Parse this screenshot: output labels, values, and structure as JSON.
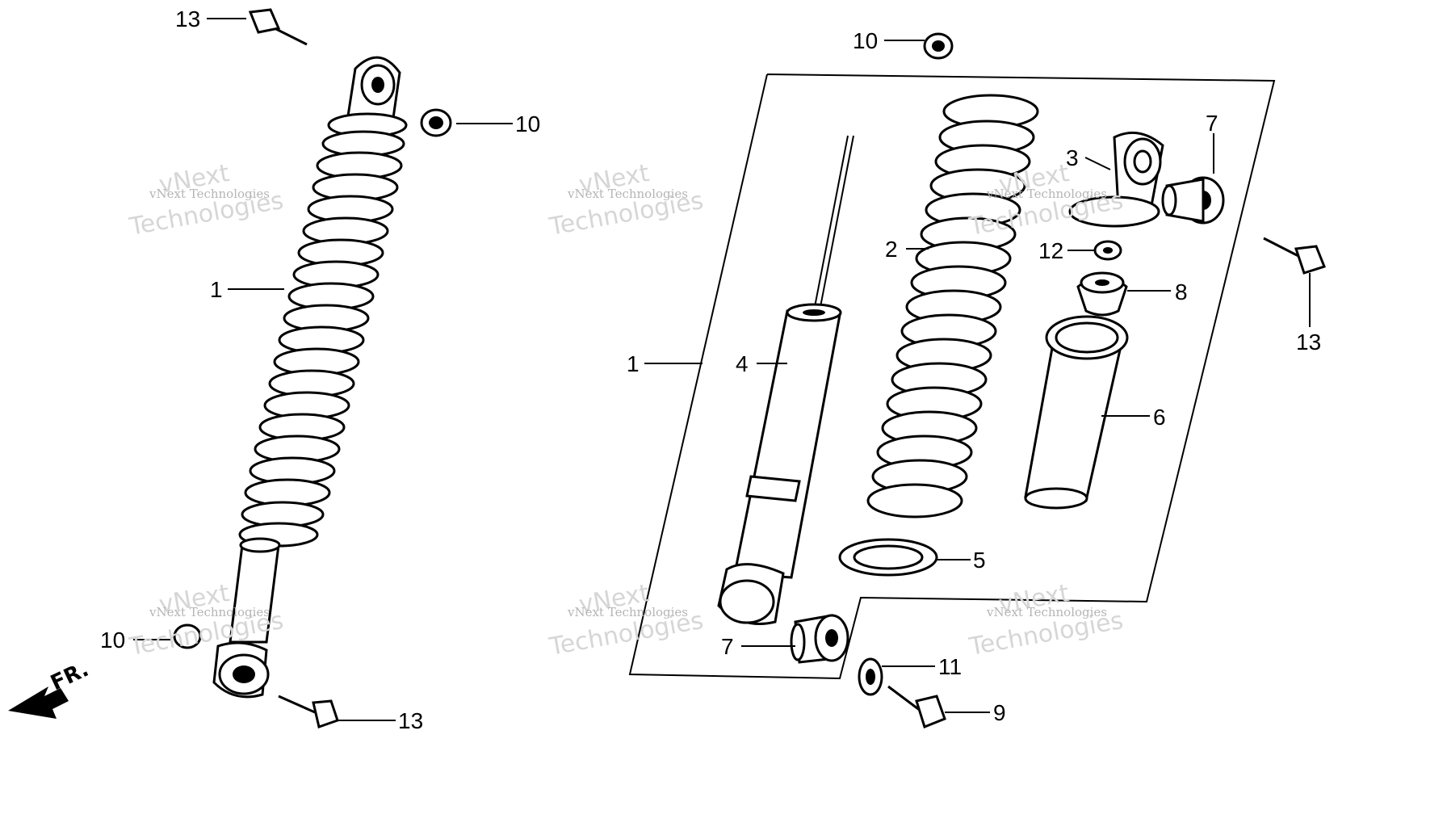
{
  "callouts": {
    "c13_top_left": "13",
    "c10_top_left": "10",
    "c1_left": "1",
    "c10_bottom_left": "10",
    "c13_bottom_left": "13",
    "c10_top_center": "10",
    "c1_box": "1",
    "c4": "4",
    "c2": "2",
    "c3": "3",
    "c7_top": "7",
    "c12": "12",
    "c8": "8",
    "c13_right": "13",
    "c6": "6",
    "c5": "5",
    "c7_bottom": "7",
    "c11": "11",
    "c9": "9"
  },
  "direction_label": "FR.",
  "watermark": {
    "line1": "vNext Technologies",
    "line2": "vNext",
    "line3": "Technologies"
  }
}
